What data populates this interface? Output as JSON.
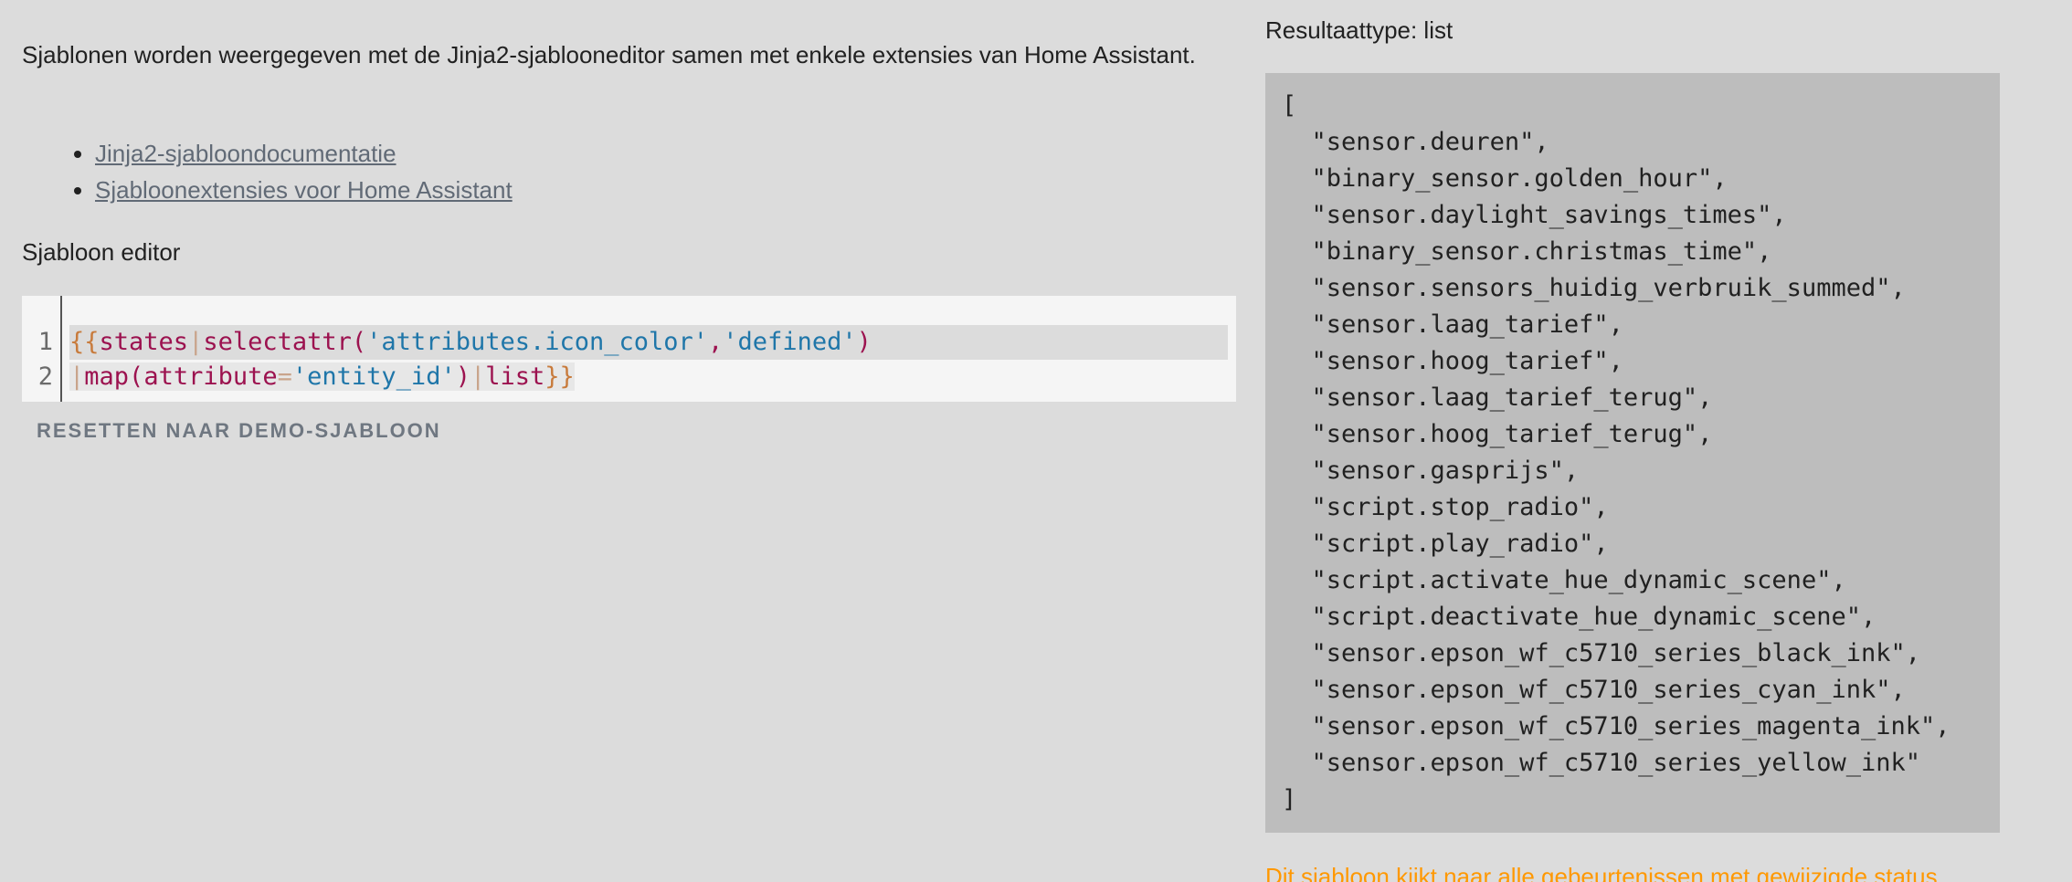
{
  "intro_text": "Sjablonen worden weergegeven met de Jinja2-sjablooneditor samen met enkele extensies van Home Assistant.",
  "links": [
    {
      "label": "Jinja2-sjabloondocumentatie"
    },
    {
      "label": "Sjabloonextensies voor Home Assistant"
    }
  ],
  "editor": {
    "label": "Sjabloon editor",
    "line_numbers": [
      "1",
      "2"
    ],
    "line1": {
      "open": "{{",
      "states": "states",
      "pipe": "|",
      "fn": "selectattr",
      "paren_open": "(",
      "arg1": "'attributes.icon_color'",
      "comma": ",",
      "arg2": "'defined'",
      "paren_close": ")"
    },
    "line2": {
      "pipe1": "|",
      "fn": "map",
      "paren_open": "(",
      "kw": "attribute",
      "eq": "=",
      "arg": "'entity_id'",
      "paren_close": ")",
      "pipe2": "|",
      "filter": "list",
      "close": "}}"
    },
    "reset_label": "RESETTEN NAAR DEMO-SJABLOON"
  },
  "result": {
    "type_label": "Resultaattype: list",
    "output": "[\n  \"sensor.deuren\",\n  \"binary_sensor.golden_hour\",\n  \"sensor.daylight_savings_times\",\n  \"binary_sensor.christmas_time\",\n  \"sensor.sensors_huidig_verbruik_summed\",\n  \"sensor.laag_tarief\",\n  \"sensor.hoog_tarief\",\n  \"sensor.laag_tarief_terug\",\n  \"sensor.hoog_tarief_terug\",\n  \"sensor.gasprijs\",\n  \"script.stop_radio\",\n  \"script.play_radio\",\n  \"script.activate_hue_dynamic_scene\",\n  \"script.deactivate_hue_dynamic_scene\",\n  \"sensor.epson_wf_c5710_series_black_ink\",\n  \"sensor.epson_wf_c5710_series_cyan_ink\",\n  \"sensor.epson_wf_c5710_series_magenta_ink\",\n  \"sensor.epson_wf_c5710_series_yellow_ink\"\n]",
    "listener_note": "Dit sjabloon kijkt naar alle gebeurtenissen met gewijzigde status."
  },
  "colors": {
    "background": "#dcdcdc",
    "editor_bg": "#f5f5f5",
    "result_bg": "#bdbdbd",
    "link": "#616a76",
    "warning": "#ff9800",
    "syntax_keyword": "#9c124f",
    "syntax_string": "#1f76a9",
    "syntax_brace": "#c87b3c"
  }
}
